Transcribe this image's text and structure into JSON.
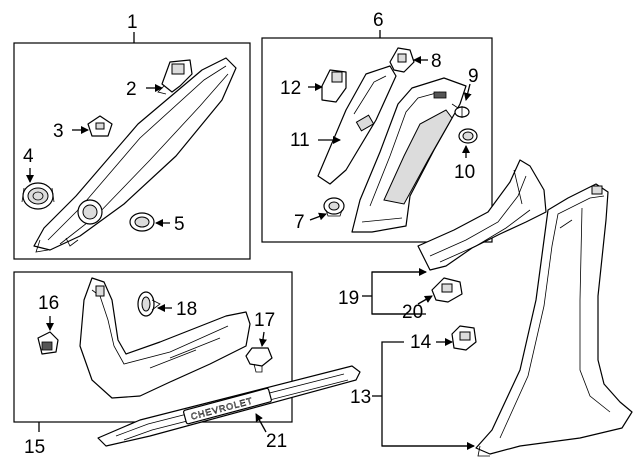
{
  "callouts": {
    "n1": "1",
    "n2": "2",
    "n3": "3",
    "n4": "4",
    "n5": "5",
    "n6": "6",
    "n7": "7",
    "n8": "8",
    "n9": "9",
    "n10": "10",
    "n11": "11",
    "n12": "12",
    "n13": "13",
    "n14": "14",
    "n15": "15",
    "n16": "16",
    "n17": "17",
    "n18": "18",
    "n19": "19",
    "n20": "20",
    "n21": "21"
  },
  "sill_plate_emblem": "CHEVROLET",
  "colors": {
    "line": "#000000",
    "background": "#ffffff",
    "shade": "#dcdcdc"
  }
}
